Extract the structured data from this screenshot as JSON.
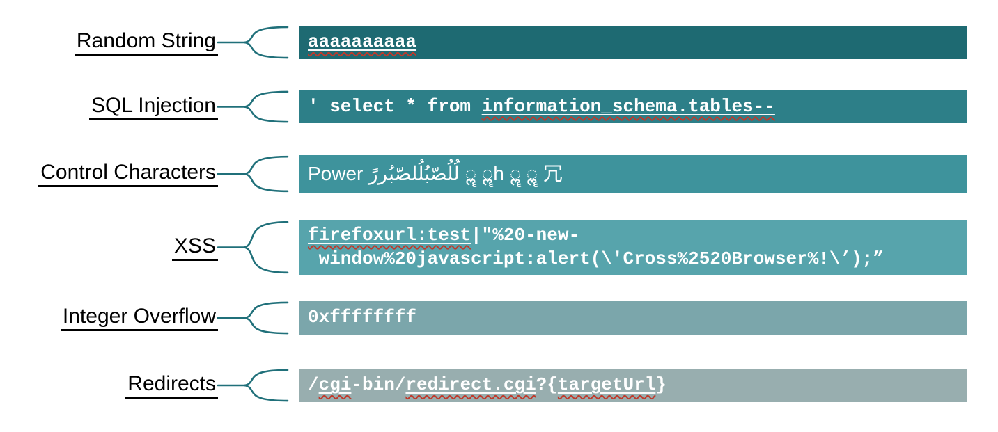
{
  "diagram_title": "fuzz-payload-categories",
  "colors": {
    "background": "#FFFFFF",
    "label_text": "#000000",
    "brace": "#20707A",
    "bar_text": "#FFFFFF",
    "squiggle": "#C0392B"
  },
  "rows": [
    {
      "id": "random-string",
      "label": "Random String",
      "bar_color": "#1E6A72",
      "lines": [
        [
          {
            "t": "aaaaaaaaaa",
            "w": true
          }
        ]
      ]
    },
    {
      "id": "sql-injection",
      "label": "SQL Injection",
      "bar_color": "#2D7F88",
      "lines": [
        [
          {
            "t": "' select * from ",
            "w": false
          },
          {
            "t": "information_schema.tables--",
            "w": true
          }
        ]
      ]
    },
    {
      "id": "control-characters",
      "label": "Control Characters",
      "bar_color": "#3E939C",
      "lines": [
        [
          {
            "t": "Power لُلُصّبُلُلصّبُررً ॣ ॣh ॣ ॣ 冗",
            "w": false
          }
        ]
      ]
    },
    {
      "id": "xss",
      "label": "XSS",
      "bar_color": "#57A4AC",
      "lines": [
        [
          {
            "t": "firefoxurl:test",
            "w": true
          },
          {
            "t": "|\"%20-new-",
            "w": false
          }
        ],
        [
          {
            "t": " window%20javascript:alert(\\'Cross%2520Browser%!\\’);”",
            "w": false
          }
        ]
      ]
    },
    {
      "id": "integer-overflow",
      "label": "Integer Overflow",
      "bar_color": "#7BA6AB",
      "lines": [
        [
          {
            "t": "0xffffffff",
            "w": false
          }
        ]
      ]
    },
    {
      "id": "redirects",
      "label": "Redirects",
      "bar_color": "#98AEAF",
      "lines": [
        [
          {
            "t": "/",
            "w": false
          },
          {
            "t": "cgi",
            "w": true
          },
          {
            "t": "-bin/",
            "w": false
          },
          {
            "t": "redirect.cgi",
            "w": true
          },
          {
            "t": "?{",
            "w": false
          },
          {
            "t": "targetUrl",
            "w": true
          },
          {
            "t": "}",
            "w": false
          }
        ]
      ]
    }
  ]
}
